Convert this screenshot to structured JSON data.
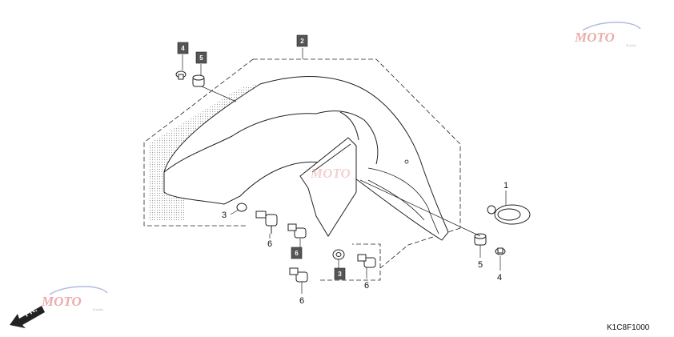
{
  "diagram_code": "K1C8F1000",
  "front_arrow_label": "FR.",
  "callouts": {
    "c1": "1",
    "c2": "2",
    "c3_boxed": "3",
    "c3_plain": "3",
    "c4_boxed": "4",
    "c4_plain": "4",
    "c5_boxed": "5",
    "c5_plain": "5",
    "c6_boxed": "6",
    "c6_a": "6",
    "c6_b": "6",
    "c6_c": "6"
  },
  "watermark": {
    "text": "MOTO",
    "sub": "Guide"
  },
  "colors": {
    "line": "#222222",
    "box_fill": "#555555",
    "watermark_red": "#e7a5a5",
    "watermark_blue": "#a9b3dd"
  }
}
